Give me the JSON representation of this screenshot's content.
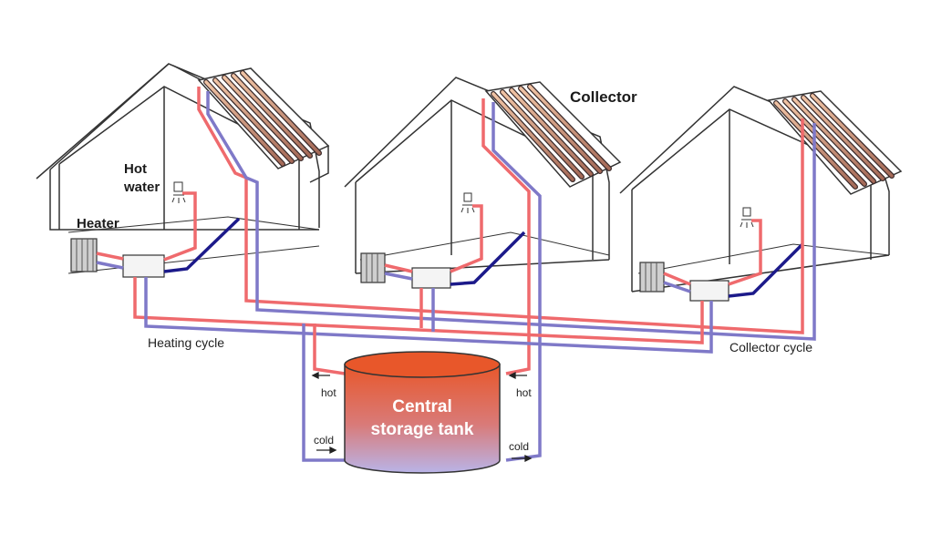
{
  "labels": {
    "hot_water": [
      "Hot",
      "water"
    ],
    "heater": "Heater",
    "collector": "Collector",
    "heating_cycle": "Heating cycle",
    "collector_cycle": "Collector cycle",
    "tank": [
      "Central",
      "storage tank"
    ],
    "hot": "hot",
    "cold": "cold"
  },
  "colors": {
    "hot_pipe": "#ef6a6d",
    "cold_pipe": "#7f79c8",
    "dark_pipe": "#1c1a8a",
    "tank_top": "#e8572a",
    "tank_bottom": "#b5b3e6",
    "house_line": "#333333",
    "collector_tube": "#c98a6a"
  }
}
